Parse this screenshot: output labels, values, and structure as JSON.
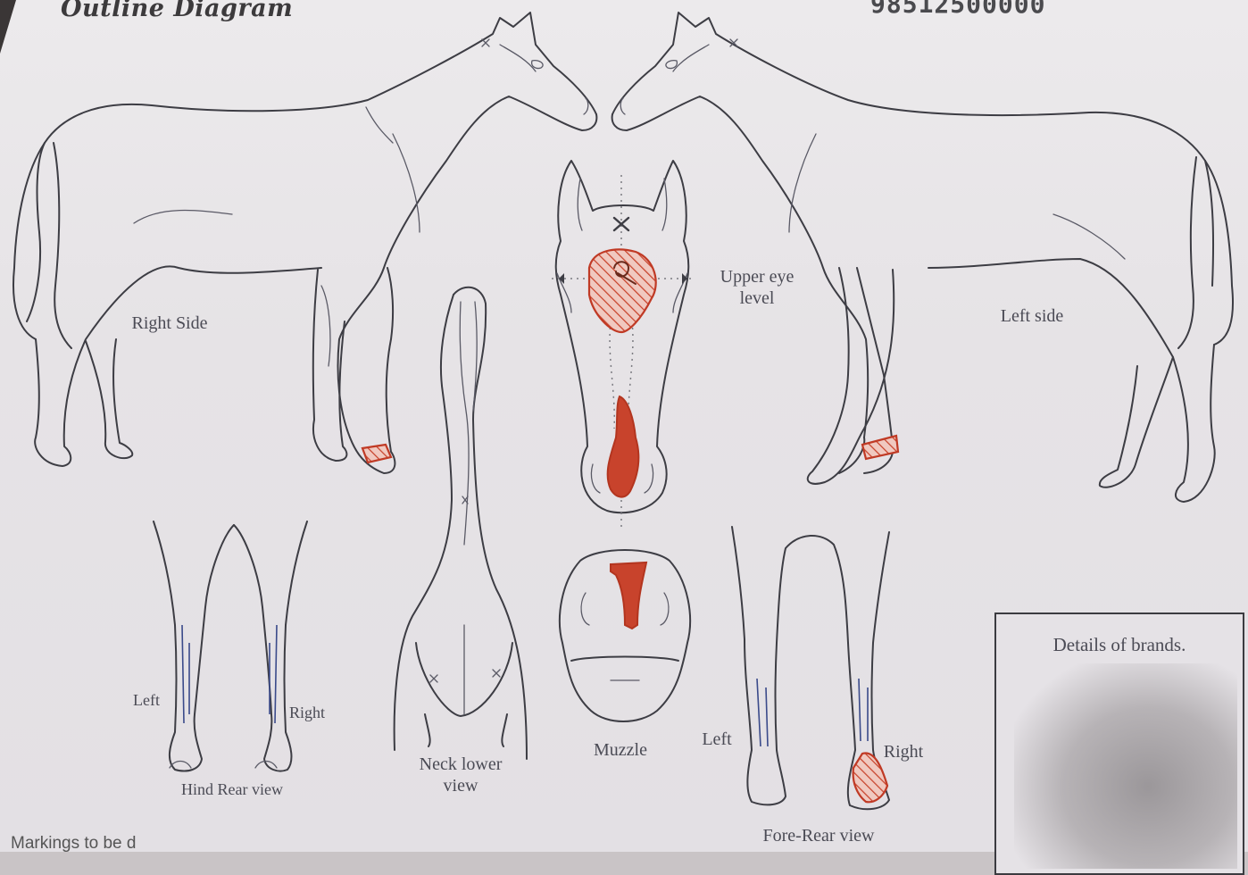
{
  "header": {
    "title": "Outline Diagram",
    "id_number": "98512500000"
  },
  "labels": {
    "right_side": "Right Side",
    "left_side": "Left side",
    "upper_eye_level": "Upper eye level",
    "neck_lower_view": "Neck lower view",
    "muzzle": "Muzzle",
    "hind_rear_view": "Hind Rear view",
    "hind_left": "Left",
    "hind_right": "Right",
    "fore_rear_view": "Fore-Rear view",
    "fore_left": "Left",
    "fore_right": "Right"
  },
  "brands_box": {
    "title": "Details of brands."
  },
  "footer": {
    "text": "Markings to be d"
  },
  "colors": {
    "marking_red": "#c8432c",
    "outline": "#3d3d44",
    "paper": "#e8e5e8"
  }
}
